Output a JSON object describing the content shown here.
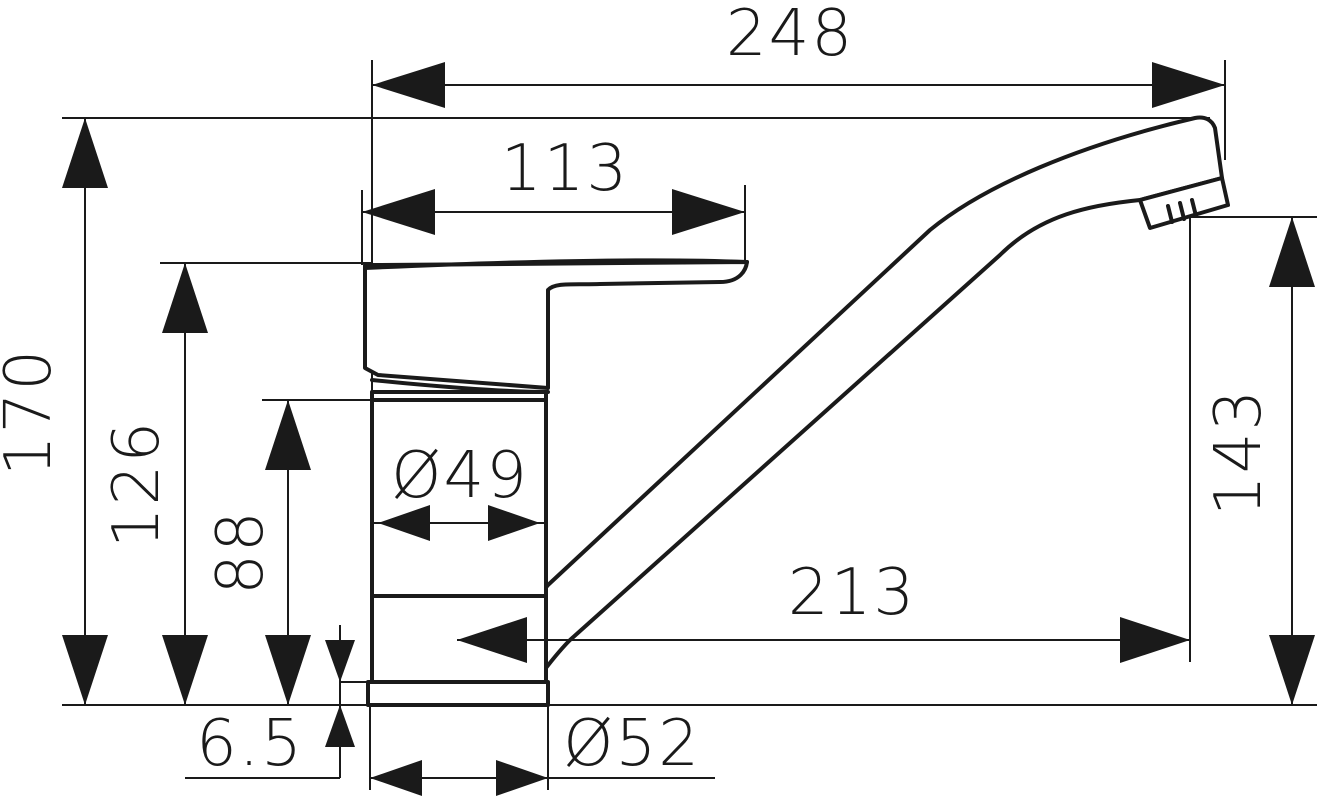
{
  "drawing": {
    "subject": "single-lever mixer tap",
    "line_color": "#1a1a1a",
    "background": "#ffffff"
  },
  "dimensions": {
    "total_length": "248",
    "lever_length": "113",
    "total_height": "170",
    "lever_height": "126",
    "body_height": "88",
    "spout_outlet_height": "143",
    "spout_reach": "213",
    "body_diameter": "Ø49",
    "base_diameter": "Ø52",
    "base_thickness": "6.5"
  }
}
